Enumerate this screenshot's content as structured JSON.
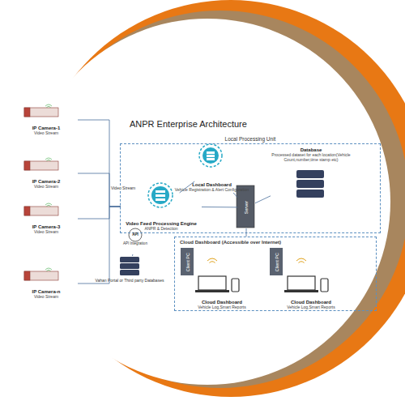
{
  "diagram": {
    "title": "ANPR Enterprise Architecture",
    "nodes": [
      {
        "text": [
          "IP Camera-1",
          "Video Stream"
        ]
      },
      {
        "text": [
          "IP Camera-2",
          "Video Stream"
        ]
      },
      {
        "text": [
          "IP Camera-3",
          "Video Stream"
        ]
      },
      {
        "text": [
          "IP Camera-n",
          "Video Stream"
        ]
      },
      {
        "text": [
          "Local Processing Unit"
        ]
      },
      {
        "text": [
          "Local Dashboard",
          "Vehicle Registration & Alert Configuration"
        ],
        "in": 4
      },
      {
        "text": [
          "Database",
          "Processed dataset for each location(Vehicle Count,number,time stamp etc)"
        ],
        "in": 4
      },
      {
        "text": [
          "Video Feed Processing Engine",
          "ANPR & Detection"
        ],
        "in": 4
      },
      {
        "text": [
          "Server"
        ],
        "in": 4
      },
      {
        "text": [
          "API",
          "API Integration"
        ]
      },
      {
        "text": [
          "Vahan Portal or Third party Databases"
        ]
      },
      {
        "text": [
          "Cloud Dashboard (Accessible over Internet)"
        ]
      },
      {
        "text": [
          "Client PC"
        ],
        "in": 11
      },
      {
        "text": [
          "Cloud Dashboard",
          "Vehicle Log,Smart Reports"
        ],
        "in": 11
      },
      {
        "text": [
          "Client PC"
        ],
        "in": 11
      },
      {
        "text": [
          "Cloud Dashboard",
          "Vehicle Log,Smart Reports"
        ],
        "in": 11
      }
    ],
    "edges": [
      {
        "from": 0,
        "to": 7,
        "arrow": "none",
        "label": "Video Stream"
      },
      {
        "from": 1,
        "to": 7,
        "arrow": "none"
      },
      {
        "from": 2,
        "to": 7,
        "arrow": "none"
      },
      {
        "from": 3,
        "to": 7,
        "arrow": "none"
      },
      {
        "from": 7,
        "to": 5,
        "arrow": "none"
      },
      {
        "from": 7,
        "to": 8,
        "arrow": "none"
      },
      {
        "from": 5,
        "to": 8,
        "arrow": "none"
      },
      {
        "from": 8,
        "to": 6,
        "arrow": "none"
      },
      {
        "from": 9,
        "to": 10,
        "arrow": "none"
      },
      {
        "from": 8,
        "to": 11,
        "arrow": "none"
      }
    ]
  }
}
